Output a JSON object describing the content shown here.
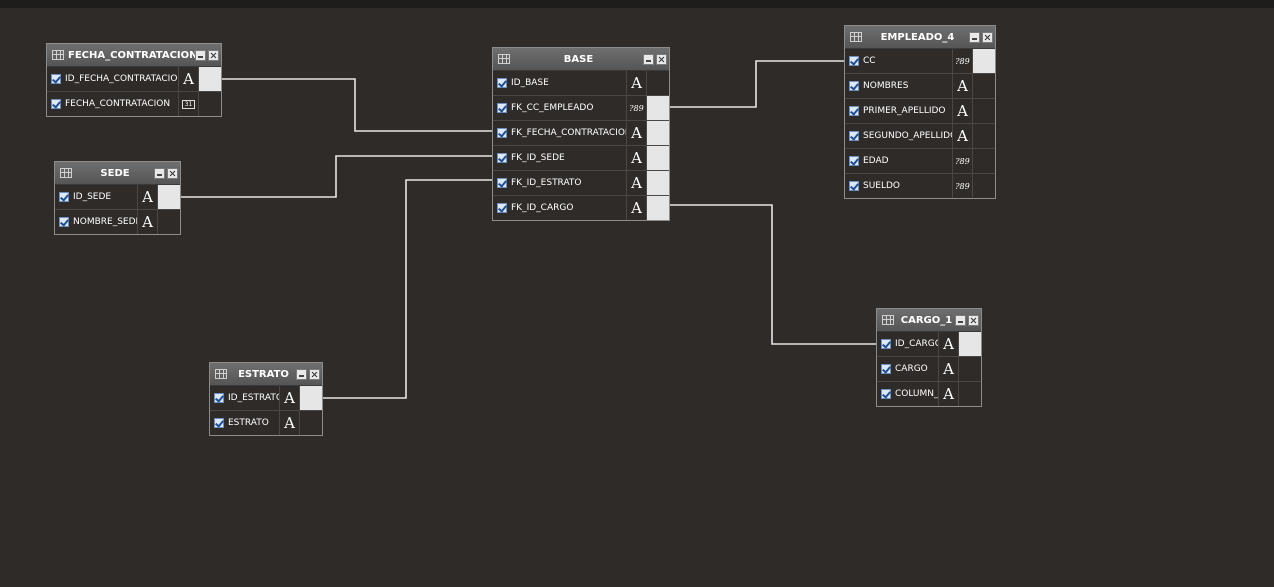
{
  "tables": {
    "fecha": {
      "name": "FECHA_CONTRATACION",
      "columns": [
        {
          "name": "ID_FECHA_CONTRATACION",
          "type": "text-type-icon",
          "glyph": "A"
        },
        {
          "name": "FECHA_CONTRATACION",
          "type": "date-type-icon",
          "glyph": "31"
        }
      ]
    },
    "sede": {
      "name": "SEDE",
      "columns": [
        {
          "name": "ID_SEDE",
          "type": "text-type-icon",
          "glyph": "A"
        },
        {
          "name": "NOMBRE_SEDE",
          "type": "text-type-icon",
          "glyph": "A"
        }
      ]
    },
    "estrato": {
      "name": "ESTRATO",
      "columns": [
        {
          "name": "ID_ESTRATO",
          "type": "text-type-icon",
          "glyph": "A"
        },
        {
          "name": "ESTRATO",
          "type": "text-type-icon",
          "glyph": "A"
        }
      ]
    },
    "base": {
      "name": "BASE",
      "columns": [
        {
          "name": "ID_BASE",
          "type": "text-type-icon",
          "glyph": "A"
        },
        {
          "name": "FK_CC_EMPLEADO",
          "type": "number-type-icon",
          "glyph": "?89"
        },
        {
          "name": "FK_FECHA_CONTRATACION",
          "type": "text-type-icon",
          "glyph": "A"
        },
        {
          "name": "FK_ID_SEDE",
          "type": "text-type-icon",
          "glyph": "A"
        },
        {
          "name": "FK_ID_ESTRATO",
          "type": "text-type-icon",
          "glyph": "A"
        },
        {
          "name": "FK_ID_CARGO",
          "type": "text-type-icon",
          "glyph": "A"
        }
      ]
    },
    "empleado": {
      "name": "EMPLEADO_4",
      "columns": [
        {
          "name": "CC",
          "type": "number-type-icon",
          "glyph": "?89"
        },
        {
          "name": "NOMBRES",
          "type": "text-type-icon",
          "glyph": "A"
        },
        {
          "name": "PRIMER_APELLIDO",
          "type": "text-type-icon",
          "glyph": "A"
        },
        {
          "name": "SEGUNDO_APELLIDO",
          "type": "text-type-icon",
          "glyph": "A"
        },
        {
          "name": "EDAD",
          "type": "number-type-icon",
          "glyph": "?89"
        },
        {
          "name": "SUELDO",
          "type": "number-type-icon",
          "glyph": "?89"
        }
      ]
    },
    "cargo": {
      "name": "CARGO_1",
      "columns": [
        {
          "name": "ID_CARGO",
          "type": "text-type-icon",
          "glyph": "A"
        },
        {
          "name": "CARGO",
          "type": "text-type-icon",
          "glyph": "A"
        },
        {
          "name": "COLUMN_",
          "type": "text-type-icon",
          "glyph": "A"
        }
      ]
    }
  },
  "colors": {
    "canvas": "#2e2b29",
    "header": "#5f5f5f",
    "link": "#e6e6e6",
    "key_cell": "#e6e6e6"
  }
}
